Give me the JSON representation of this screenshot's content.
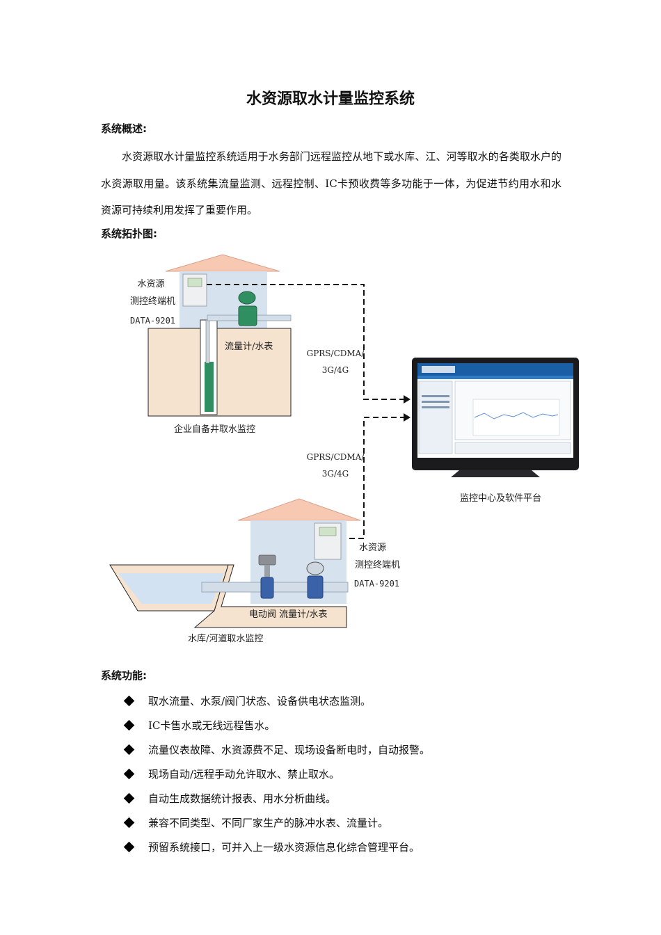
{
  "doc": {
    "title": "水资源取水计量监控系统",
    "overview_heading": "系统概述:",
    "overview_text": "水资源取水计量监控系统适用于水务部门远程监控从地下或水库、江、河等取水的各类取水户的水资源取用量。该系统集流量监测、远程控制、IC卡预收费等多功能于一体，为促进节约用水和水资源可持续利用发挥了重要作用。",
    "topology_heading": "系统拓扑图:",
    "functions_heading": "系统功能:"
  },
  "diagram": {
    "terminal1": [
      "水资源",
      "测控终端机",
      "DATA-9201"
    ],
    "meter1": "流量计/水表",
    "site1_caption": "企业自备井取水监控",
    "link1": [
      "GPRS/CDMA/",
      "3G/4G"
    ],
    "link2": [
      "GPRS/CDMA/",
      "3G/4G"
    ],
    "center_caption": "监控中心及软件平台",
    "terminal2": [
      "水资源",
      "测控终端机",
      "DATA-9201"
    ],
    "valve_meter2": "电动阀 流量计/水表",
    "site2_caption": "水库/河道取水监控"
  },
  "functions": [
    "取水流量、水泵/阀门状态、设备供电状态监测。",
    "IC卡售水或无线远程售水。",
    "流量仪表故障、水资源费不足、现场设备断电时，自动报警。",
    "现场自动/远程手动允许取水、禁止取水。",
    "自动生成数据统计报表、用水分析曲线。",
    "兼容不同类型、不同厂家生产的脉冲水表、流量计。",
    "预留系统接口，可并入上一级水资源信息化综合管理平台。"
  ],
  "colors": {
    "roof": "#f7c9b3",
    "house_wall": "#d6e2ee",
    "ground": "#f5e3cf",
    "water": "#d2e2f2",
    "cabinet": "#eef0f2",
    "meter_green": "#2f8f60",
    "valve_blue": "#3a62a8",
    "screen_blue": "#1a5fa6"
  }
}
